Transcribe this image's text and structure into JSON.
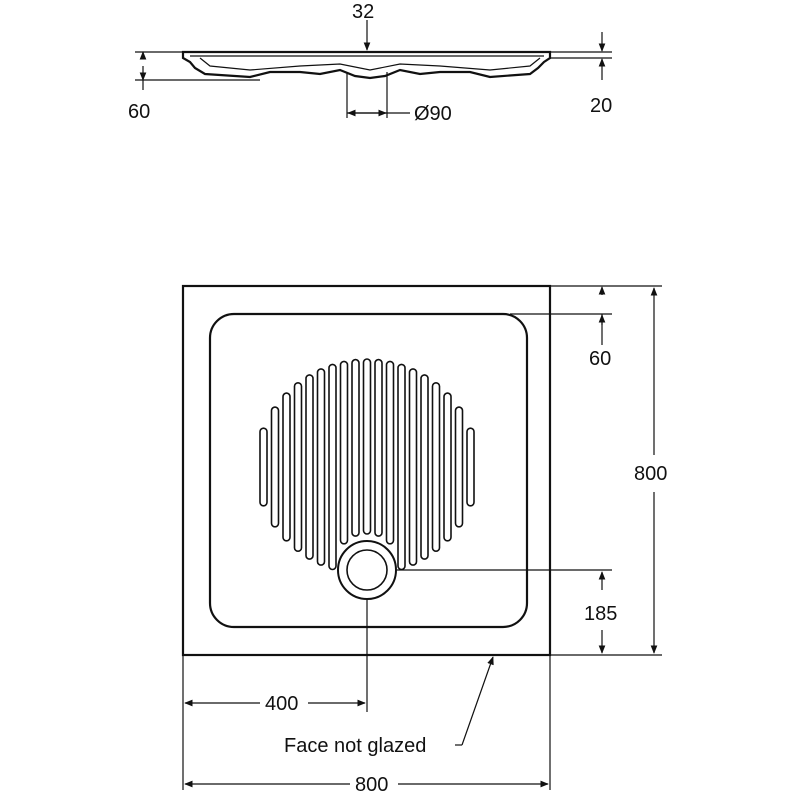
{
  "section_view": {
    "dim_drain_offset": "32",
    "dim_tray_height": "60",
    "dim_drain_diameter": "Ø90",
    "dim_rim_height": "20"
  },
  "plan_view": {
    "dim_inner_offset": "60",
    "dim_depth": "800",
    "dim_drain_from_front": "185",
    "dim_drain_from_side": "400",
    "dim_width": "800",
    "note": "Face not glazed"
  }
}
